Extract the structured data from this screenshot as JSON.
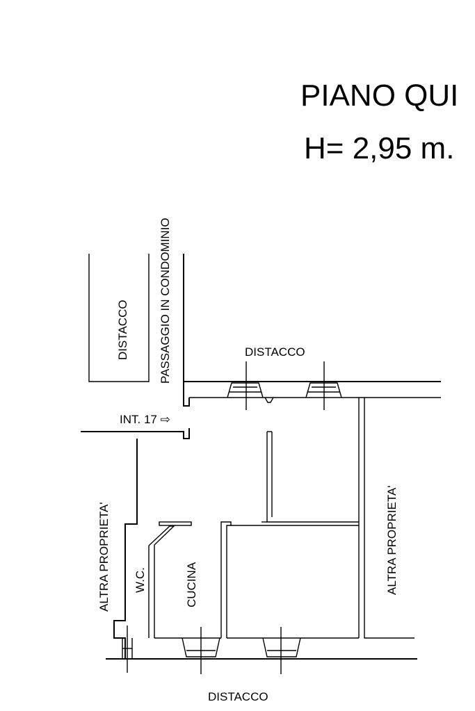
{
  "header": {
    "title": "PIANO  QUI",
    "height": "H= 2,95 m."
  },
  "labels": {
    "distacco_left": "DISTACCO",
    "passaggio": "PASSAGGIO IN CONDOMINIO",
    "distacco_top": "DISTACCO",
    "int": "INT. 17 ⇨",
    "altra_left": "ALTRA PROPRIETA'",
    "altra_right": "ALTRA PROPRIETA'",
    "wc": "W.C.",
    "cucina": "CUCINA",
    "distacco_bottom": "DISTACCO"
  }
}
